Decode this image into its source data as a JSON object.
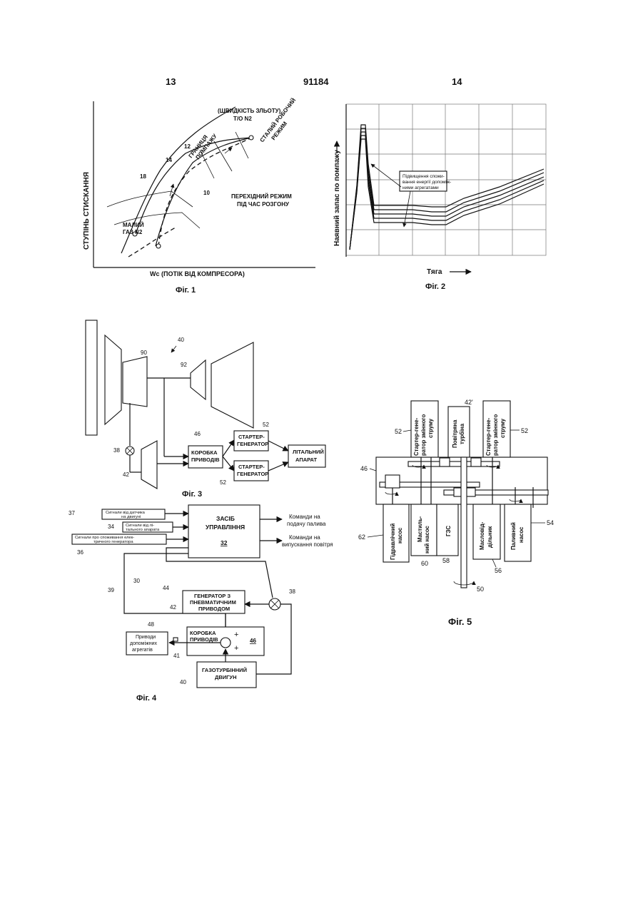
{
  "header": {
    "left_page": "13",
    "patent_no": "91184",
    "right_page": "14"
  },
  "fig1": {
    "caption": "Фіг. 1",
    "ylabel": "СТУПІНЬ СТИСКАННЯ",
    "xlabel": "Wc (ПОТІК ВІД КОМПРЕСОРА)",
    "surge_line": [
      "ГРАНИЦЯ",
      "ПОМПАЖУ"
    ],
    "takeoff": [
      "(ШВИДКІСТЬ ЗЛЬОТУ)",
      "T/O N2"
    ],
    "steady": [
      "СТАЛИЙ РОБОЧИЙ",
      "РЕЖИМ"
    ],
    "transient": [
      "ПЕРЕХІДНИЙ РЕЖИМ",
      "ПІД ЧАС РОЗГОНУ"
    ],
    "idle": [
      "МАЛИЙ",
      "ГАЗ N2"
    ],
    "refs": {
      "r12": "12",
      "r14": "14",
      "r18": "18",
      "r10": "10"
    }
  },
  "fig2": {
    "caption": "Фіг. 2",
    "ylabel": "Наявний запас по помпажу",
    "xlabel": "Тяга",
    "annotation": [
      "Підвищення спожи-",
      "вання енергії допоміж-",
      "ними агрегатами"
    ]
  },
  "fig3": {
    "caption": "Фіг. 3",
    "refs": {
      "r40": "40",
      "r90": "90",
      "r92": "92",
      "r38": "38",
      "r42": "42",
      "r46": "46",
      "r52a": "52",
      "r52b": "52"
    },
    "gearbox": [
      "КОРОБКА",
      "ПРИВОДІВ"
    ],
    "starter1": [
      "СТАРТЕР-",
      "ГЕНЕРАТОР"
    ],
    "starter2": [
      "СТАРТЕР-",
      "ГЕНЕРАТОР"
    ],
    "aircraft": [
      "ЛІТАЛЬНИЙ",
      "АПАРАТ"
    ]
  },
  "fig4": {
    "caption": "Фіг. 4",
    "sig1": [
      "Сигнали від датчика",
      "на двигуні"
    ],
    "sig2": [
      "Сигнали від лі-",
      "тального апарата"
    ],
    "sig3": [
      "Сигнали про споживання елек-",
      "тричного генератора"
    ],
    "controller": [
      "ЗАСІБ",
      "УПРАВЛІННЯ"
    ],
    "controller_ref": "32",
    "cmd_fuel": [
      "Команди на",
      "подачу палива"
    ],
    "cmd_air": [
      "Команди на",
      "випускання повітря"
    ],
    "pneumatic": [
      "ГЕНЕРАТОР З",
      "ПНЕВМАТИЧНИМ",
      "ПРИВОДОМ"
    ],
    "gearbox": [
      "КОРОБКА",
      "ПРИВОДІВ"
    ],
    "gearbox_ref": "46",
    "turbine": [
      "ГАЗОТУРБІННИЙ",
      "ДВИГУН"
    ],
    "accessory": [
      "Приводи",
      "допоміжних",
      "агрегатів"
    ],
    "refs": {
      "r37": "37",
      "r34": "34",
      "r36": "36",
      "r30": "30",
      "r39": "39",
      "r44": "44",
      "r38": "38",
      "r42": "42",
      "r48": "48",
      "r41": "41",
      "r40": "40"
    },
    "plus": "+"
  },
  "fig5": {
    "caption": "Фіг. 5",
    "top_left": [
      "Стартер-гене-",
      "ратор змінного",
      "струму"
    ],
    "top_mid": [
      "Повітряна",
      "турбіна"
    ],
    "top_right": [
      "Стартер-гене-",
      "ратор змінного",
      "струму"
    ],
    "hydraulic": [
      "Гідравлічний",
      "насос"
    ],
    "oil": [
      "Мастиль-",
      "ний насос"
    ],
    "gzs": [
      "ГЗС"
    ],
    "separator": [
      "Масловід-",
      "дільник"
    ],
    "fuel": [
      "Паливний",
      "насос"
    ],
    "refs": {
      "r42p": "42'",
      "r52l": "52",
      "r52r": "52",
      "r46": "46",
      "r62": "62",
      "r60": "60",
      "r58": "58",
      "r56": "56",
      "r54": "54",
      "r50": "50"
    }
  }
}
